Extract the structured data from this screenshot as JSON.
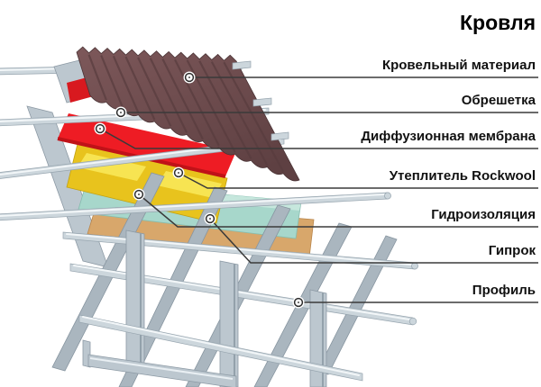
{
  "title": "Кровля",
  "diagram": {
    "labels": [
      {
        "id": "roofing",
        "text": "Кровельный материал"
      },
      {
        "id": "lathing",
        "text": "Обрешетка"
      },
      {
        "id": "membrane",
        "text": "Диффузионная мембрана"
      },
      {
        "id": "insulation",
        "text": "Утеплитель Rockwool"
      },
      {
        "id": "waterproofing",
        "text": "Гидроизоляция"
      },
      {
        "id": "gyprock",
        "text": "Гипрок"
      },
      {
        "id": "profile",
        "text": "Профиль"
      }
    ],
    "colors": {
      "roofing_light": "#7b5658",
      "roofing_dark": "#5e4042",
      "membrane": "#ee1c24",
      "insulation": "#e8c31d",
      "insulation_top": "#f7e452",
      "waterproofing": "#a7d7cb",
      "gyprock": "#d8a76b",
      "steel": "#bcc7cf",
      "line": "#3a3a3a"
    }
  }
}
